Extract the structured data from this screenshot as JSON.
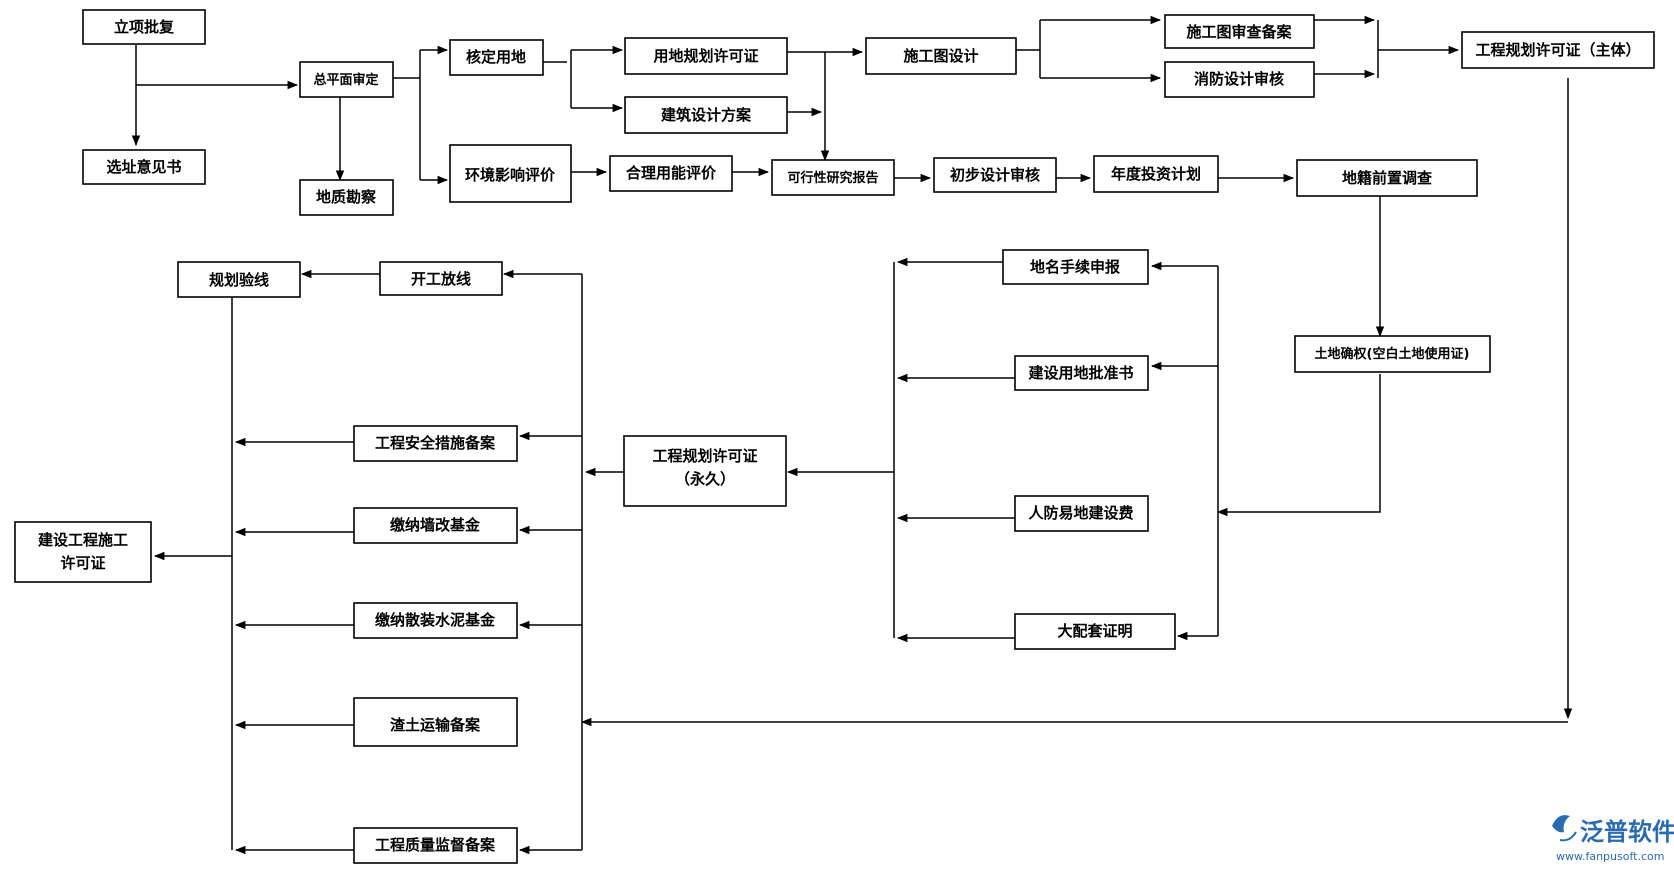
{
  "nodes": {
    "lixiang": "立项批复",
    "xuanzhi": "选址意见书",
    "zongpingmian": "总平面审定",
    "dizhi": "地质勘察",
    "hedingyongdi": "核定用地",
    "huanjing": "环境影响评价",
    "yongdiguihua": "用地规划许可证",
    "jianzhusheji": "建筑设计方案",
    "helinengping": "合理用能评价",
    "kexingxing": "可行性研究报告",
    "shigongtu": "施工图设计",
    "chubusheji": "初步设计审核",
    "niandutouzi": "年度投资计划",
    "tushencha": "施工图审查备案",
    "xiaofang": "消防设计审核",
    "gongchengguihua_main": "工程规划许可证（主体）",
    "diji": "地籍前置调查",
    "tudiquequan": "土地确权(空白土地使用证)",
    "diming": "地名手续申报",
    "jiansheyongdi": "建设用地批准书",
    "renfang": "人防易地建设费",
    "dapeitao": "大配套证明",
    "gongchengguihua_perm_line1": "工程规划许可证",
    "gongchengguihua_perm_line2": "（永久）",
    "kaigong": "开工放线",
    "guihuayanxian": "规划验线",
    "anquan": "工程安全措施备案",
    "qianggai": "缴纳墙改基金",
    "sanzhuang": "缴纳散装水泥基金",
    "zhatu": "渣土运输备案",
    "zhiliang": "工程质量监督备案",
    "shigongxuke_line1": "建设工程施工",
    "shigongxuke_line2": "许可证"
  },
  "watermark": {
    "brand": "泛普软件",
    "url": "www.fanpusoft.com",
    "color": "#2b6cb0"
  }
}
